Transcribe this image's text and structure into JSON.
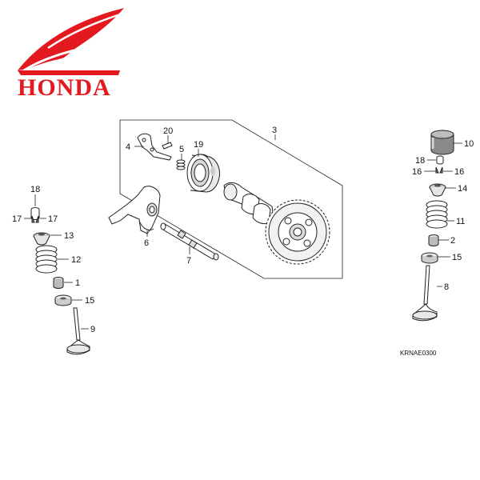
{
  "brand": {
    "name": "HONDA",
    "color": "#e3191f",
    "logo_icon": "honda-wing-icon"
  },
  "diagram": {
    "code": "KRNAE0300",
    "part_numbers": {
      "p1": "1",
      "p2": "2",
      "p3": "3",
      "p4": "4",
      "p5": "5",
      "p6": "6",
      "p7": "7",
      "p8": "8",
      "p9": "9",
      "p10": "10",
      "p11": "11",
      "p12": "12",
      "p13": "13",
      "p14": "14",
      "p15": "15",
      "p16": "16",
      "p17": "17",
      "p18": "18",
      "p19": "19",
      "p20": "20"
    }
  },
  "colors": {
    "line": "#222222",
    "part_fill": "#ffffff",
    "shade": "#cfcfcf"
  }
}
